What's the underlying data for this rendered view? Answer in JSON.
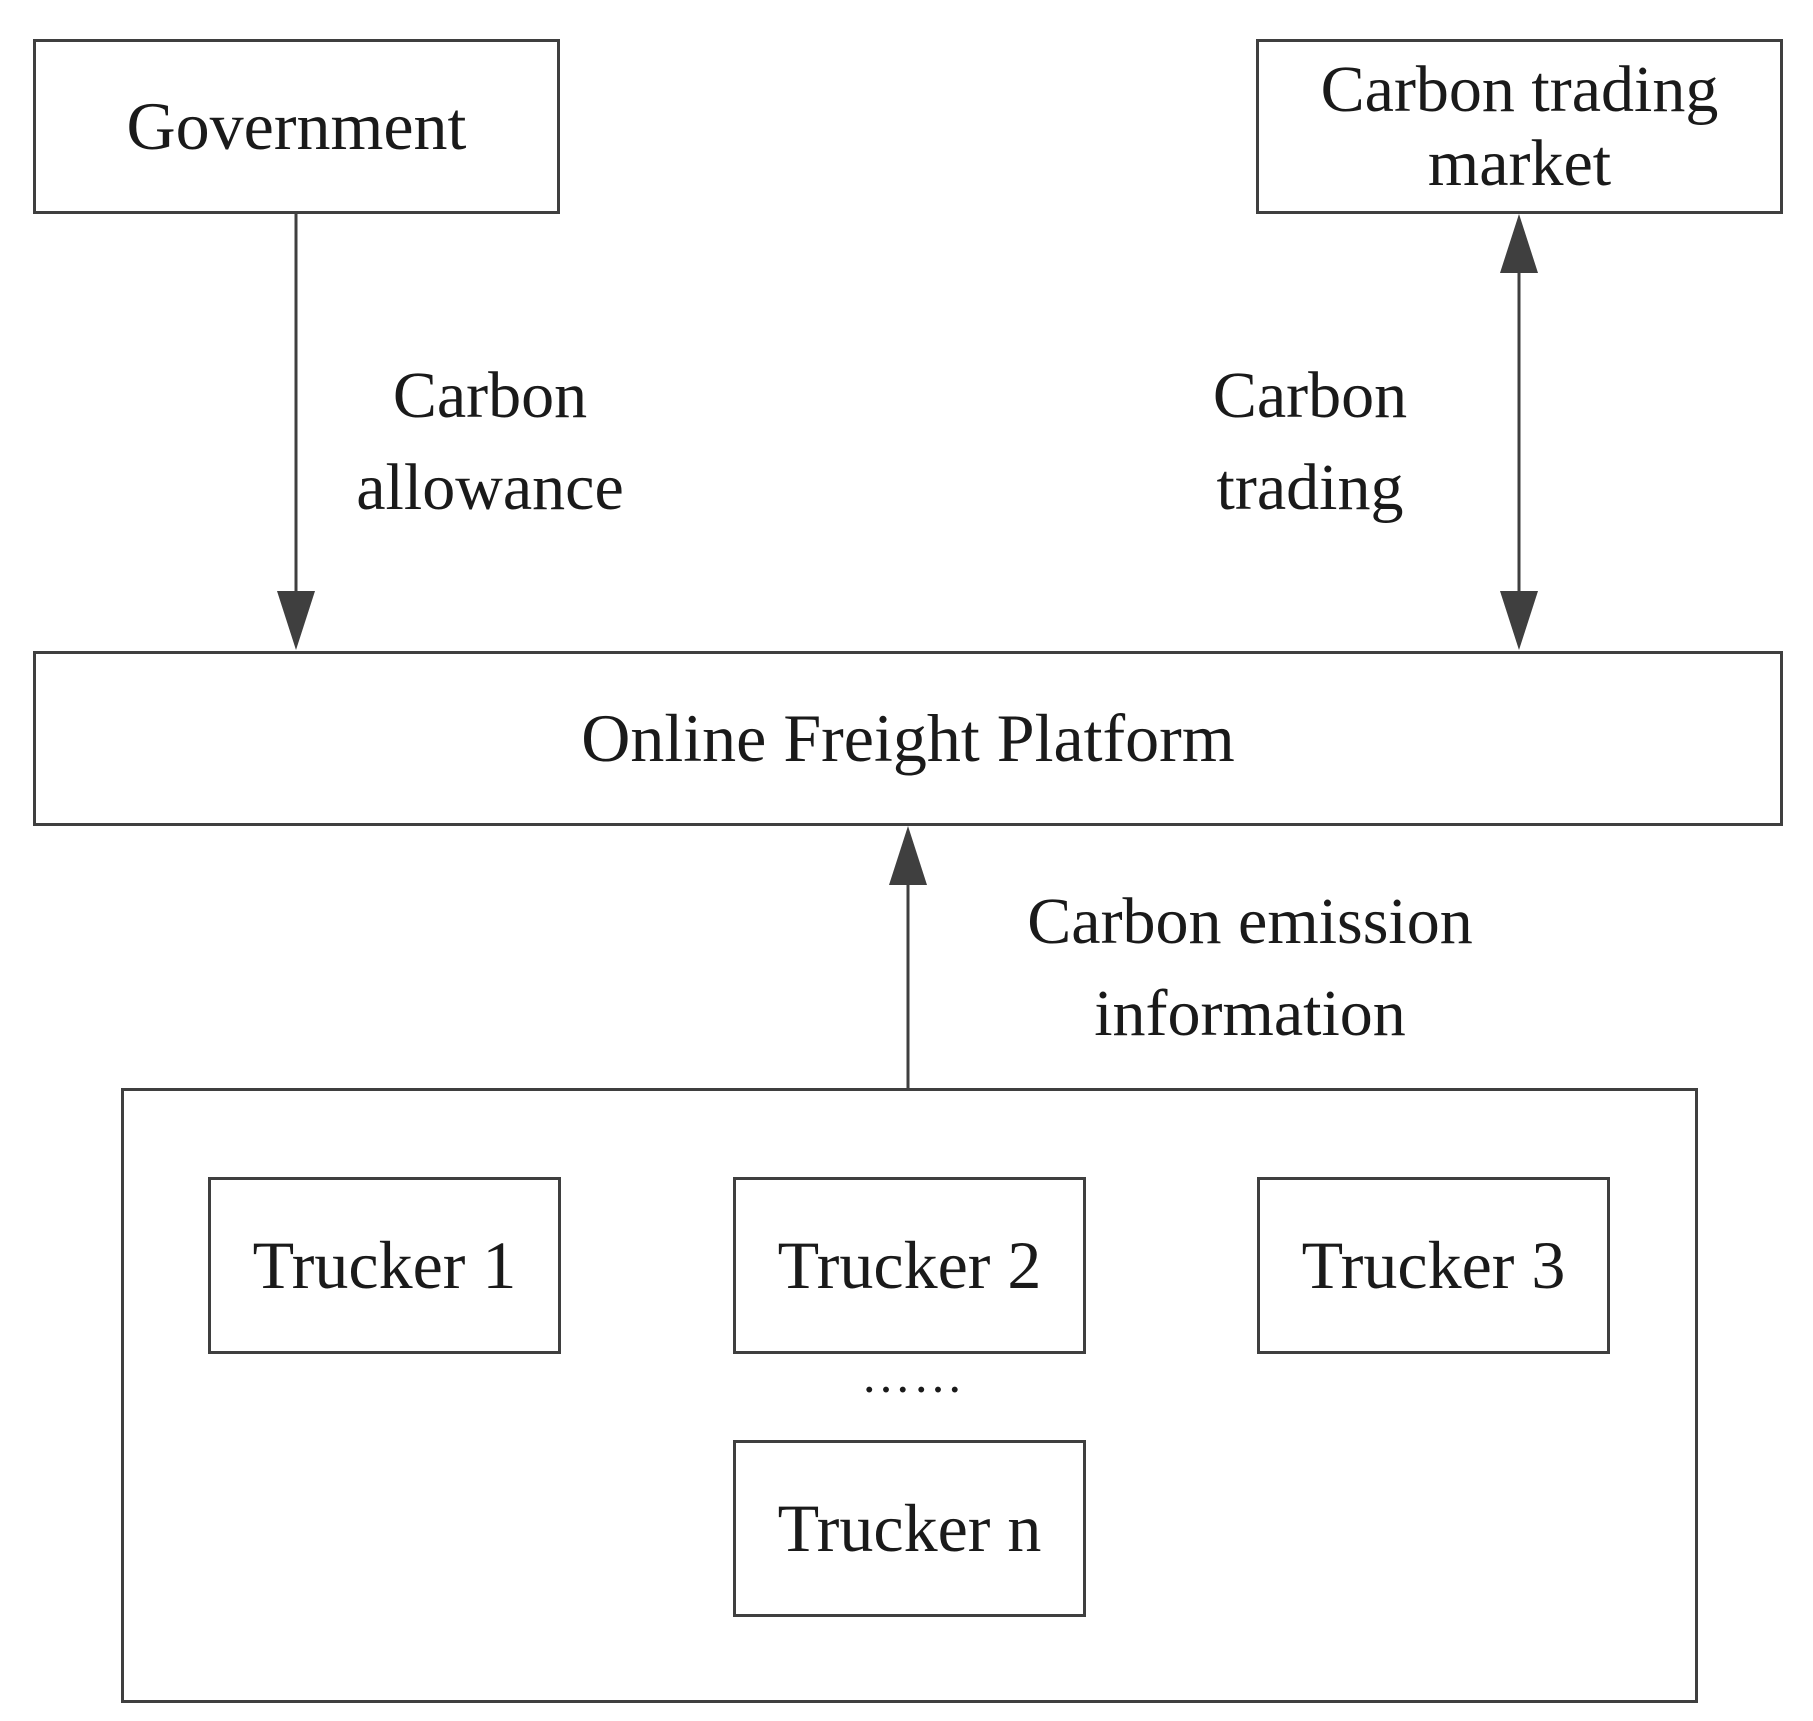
{
  "nodes": {
    "government": {
      "lines": [
        "Government"
      ]
    },
    "carbon_market": {
      "lines": [
        "Carbon trading",
        "market"
      ]
    },
    "platform": {
      "lines": [
        "Online Freight Platform"
      ]
    },
    "trucker_group": {
      "trucker_1": "Trucker 1",
      "trucker_2": "Trucker 2",
      "trucker_3": "Trucker 3",
      "ellipsis": "……",
      "trucker_n": "Trucker n"
    }
  },
  "edges": {
    "allowance": {
      "lines": [
        "Carbon",
        "allowance"
      ]
    },
    "trading": {
      "lines": [
        "Carbon",
        "trading"
      ]
    },
    "emission": {
      "lines": [
        "Carbon emission",
        "information"
      ]
    }
  },
  "colors": {
    "stroke": "#3f3f3f",
    "text": "#1a1a1a",
    "background": "#ffffff"
  }
}
